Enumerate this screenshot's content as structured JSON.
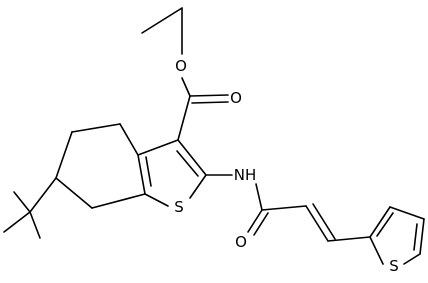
{
  "molecule": {
    "atom_labels": {
      "ester_oxygen": "O",
      "carbonyl_oxygen_ester": "O",
      "amide_nitrogen": "NH",
      "carbonyl_oxygen_amide": "O",
      "ring_sulfur_benzothiophene": "S",
      "ring_sulfur_thiophene": "S"
    }
  },
  "colors": {
    "bond": "#000000",
    "label": "#000000",
    "background": "#ffffff"
  }
}
